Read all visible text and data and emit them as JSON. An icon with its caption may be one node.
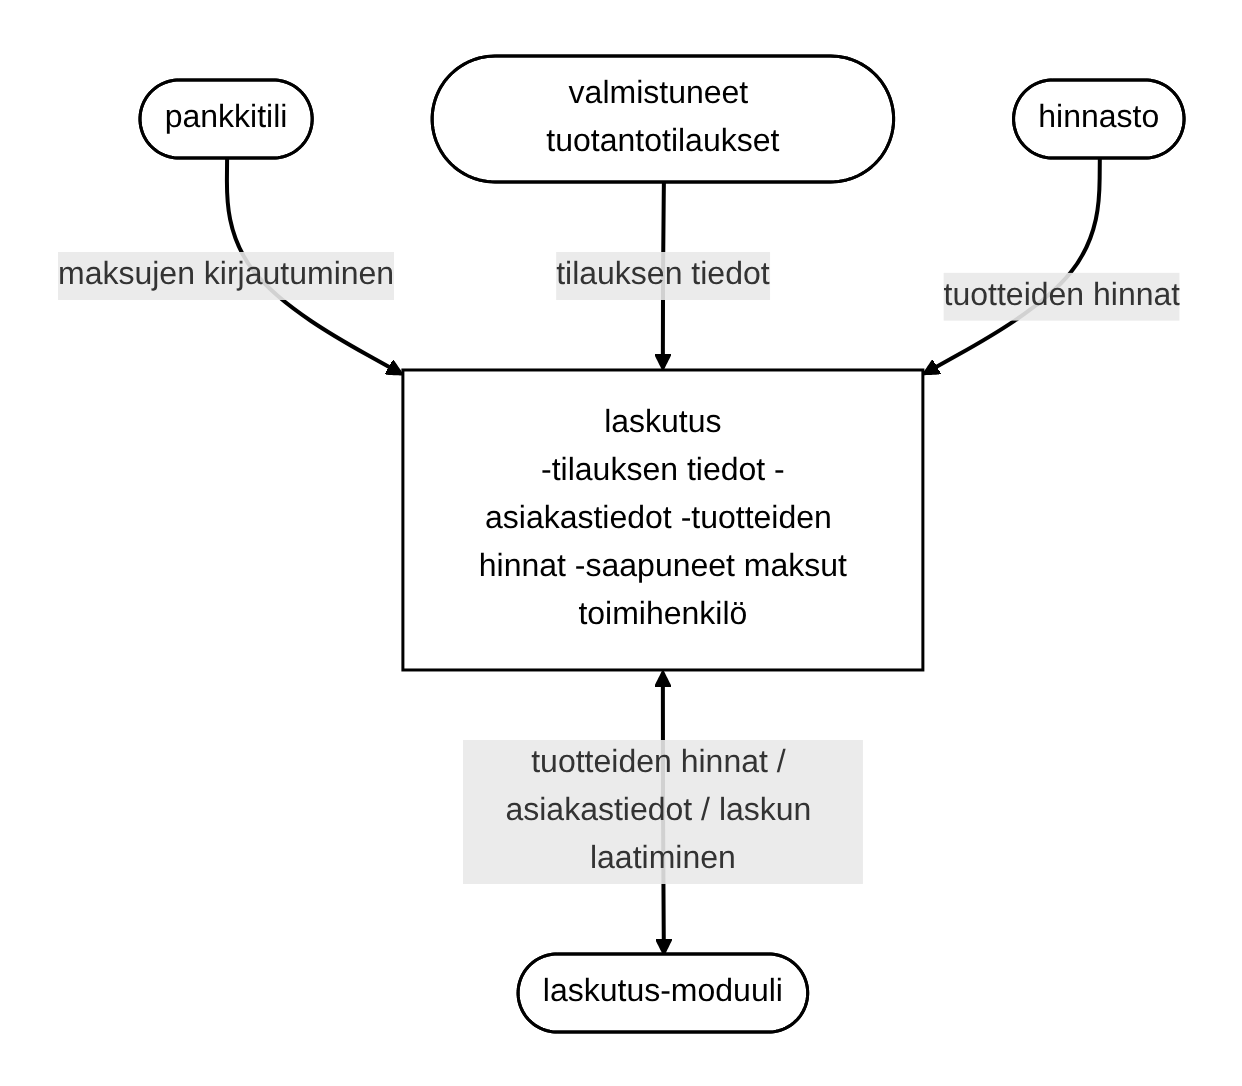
{
  "diagram": {
    "nodes": [
      {
        "text": [
          "pankkitili"
        ]
      },
      {
        "text": [
          "laskutus",
          "-tilauksen tiedot -asiakastiedot -tuotteiden hinnat -saapuneet maksut",
          "toimihenkilö"
        ]
      },
      {
        "text": [
          "valmistuneet tuotantotilaukset"
        ]
      },
      {
        "text": [
          "hinnasto"
        ]
      },
      {
        "text": [
          "laskutus-moduuli"
        ]
      }
    ],
    "edges": [
      {
        "from": 0,
        "to": 1,
        "arrow": "to",
        "label": "maksujen kirjautuminen"
      },
      {
        "from": 2,
        "to": 1,
        "arrow": "to",
        "label": "tilauksen tiedot"
      },
      {
        "from": 3,
        "to": 1,
        "arrow": "to",
        "label": "tuotteiden hinnat"
      },
      {
        "from": 1,
        "to": 4,
        "arrow": "both",
        "label": "tuotteiden hinnat / asiakastiedot / laskun laatiminen"
      }
    ]
  }
}
